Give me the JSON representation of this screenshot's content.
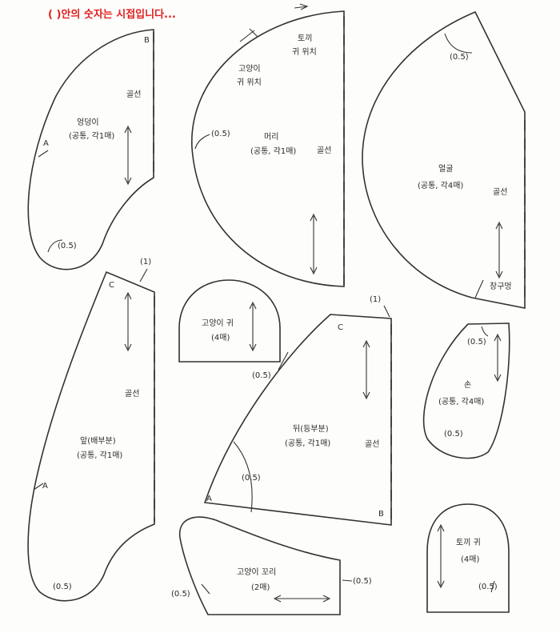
{
  "header_note": "( )안의 숫자는 시접입니다...",
  "colors": {
    "note": "#e0201f",
    "line": "#333333",
    "paper": "#fdfdfb"
  },
  "pieces": {
    "hip": {
      "name": "엉덩이",
      "count": "(공통, 각1매)",
      "fold": "골선",
      "mark_a": "A",
      "mark_b": "B",
      "seam": "(0.5)"
    },
    "head": {
      "name": "머리",
      "count": "(공통, 각1매)",
      "fold": "골선",
      "seam": "(0.5)",
      "rabbit_ear_1": "토끼",
      "rabbit_ear_2": "귀 위치",
      "cat_ear_1": "고양이",
      "cat_ear_2": "귀 위치"
    },
    "face": {
      "name": "얼굴",
      "count": "(공통, 각4매)",
      "fold": "골선",
      "seam": "(0.5)",
      "hole": "창구멍"
    },
    "belly": {
      "name": "앞(배부분)",
      "count": "(공통, 각1매)",
      "fold": "골선",
      "mark_a": "A",
      "mark_c": "C",
      "seam_top": "(1)",
      "seam": "(0.5)"
    },
    "cat_ear": {
      "name": "고양이 귀",
      "count": "(4매)",
      "seam": "(0.5)"
    },
    "back": {
      "name": "뒤(등부분)",
      "count": "(공통, 각1매)",
      "fold": "골선",
      "mark_a": "A",
      "mark_b": "B",
      "mark_c": "C",
      "seam_top": "(1)",
      "seam": "(0.5)"
    },
    "hand": {
      "name": "손",
      "count": "(공통, 각4매)",
      "seam_top": "(0.5)",
      "seam": "(0.5)"
    },
    "tail": {
      "name": "고양이 꼬리",
      "count": "(2매)",
      "seam_left": "(0.5)",
      "seam_right": "(0.5)"
    },
    "rabbit_ear": {
      "name": "토끼 귀",
      "count": "(4매)",
      "seam": "(0.5)"
    }
  }
}
